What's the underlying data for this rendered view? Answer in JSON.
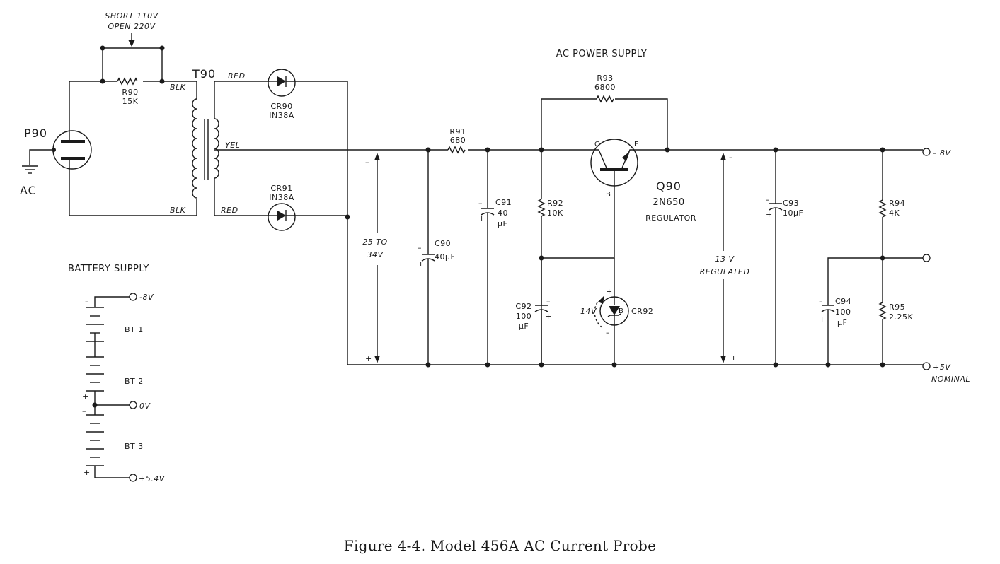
{
  "title": "AC POWER SUPPLY",
  "caption": "Figure 4-4.   Model 456A AC Current Probe",
  "jumper": {
    "line1": "SHORT 110V",
    "line2": "OPEN 220V"
  },
  "plug": {
    "ref": "P90",
    "label": "AC"
  },
  "transformer": {
    "ref": "T90",
    "blk_top": "BLK",
    "blk_bottom": "BLK",
    "red_top": "RED",
    "yel": "YEL",
    "red_bottom": "RED"
  },
  "r90": {
    "ref": "R90",
    "value": "15K"
  },
  "cr90": {
    "ref": "CR90",
    "part": "IN38A"
  },
  "cr91": {
    "ref": "CR91",
    "part": "IN38A"
  },
  "r91": {
    "ref": "R91",
    "value": "680"
  },
  "r93": {
    "ref": "R93",
    "value": "6800"
  },
  "r92": {
    "ref": "R92",
    "value": "10K"
  },
  "c90": {
    "ref": "C90",
    "value": "40µF"
  },
  "c91": {
    "ref": "C91",
    "value1": "40",
    "value2": "µF"
  },
  "c92": {
    "ref": "C92",
    "value1": "100",
    "value2": "µF"
  },
  "c93": {
    "ref": "C93",
    "value": "10µF"
  },
  "c94": {
    "ref": "C94",
    "value1": "100",
    "value2": "µF"
  },
  "r94": {
    "ref": "R94",
    "value": "4K"
  },
  "r95": {
    "ref": "R95",
    "value": "2.25K"
  },
  "q90": {
    "ref": "Q90",
    "part": "2N650",
    "function": "REGULATOR",
    "c": "C",
    "e": "E",
    "b": "B"
  },
  "cr92": {
    "ref": "CR92",
    "voltage": "14V",
    "b": "B"
  },
  "voltage_unreg": {
    "line1": "25 TO",
    "line2": "34V"
  },
  "voltage_reg": {
    "line1": "13 V",
    "line2": "REGULATED"
  },
  "outputs": {
    "neg": "– 8V",
    "pos": "+5V",
    "nominal": "NOMINAL"
  },
  "battery": {
    "title": "BATTERY SUPPLY",
    "bt1": "BT 1",
    "bt2": "BT 2",
    "bt3": "BT 3",
    "v_neg": "-8V",
    "v_zero": "0V",
    "v_pos": "+5.4V"
  },
  "signs": {
    "plus": "+",
    "minus": "–"
  }
}
